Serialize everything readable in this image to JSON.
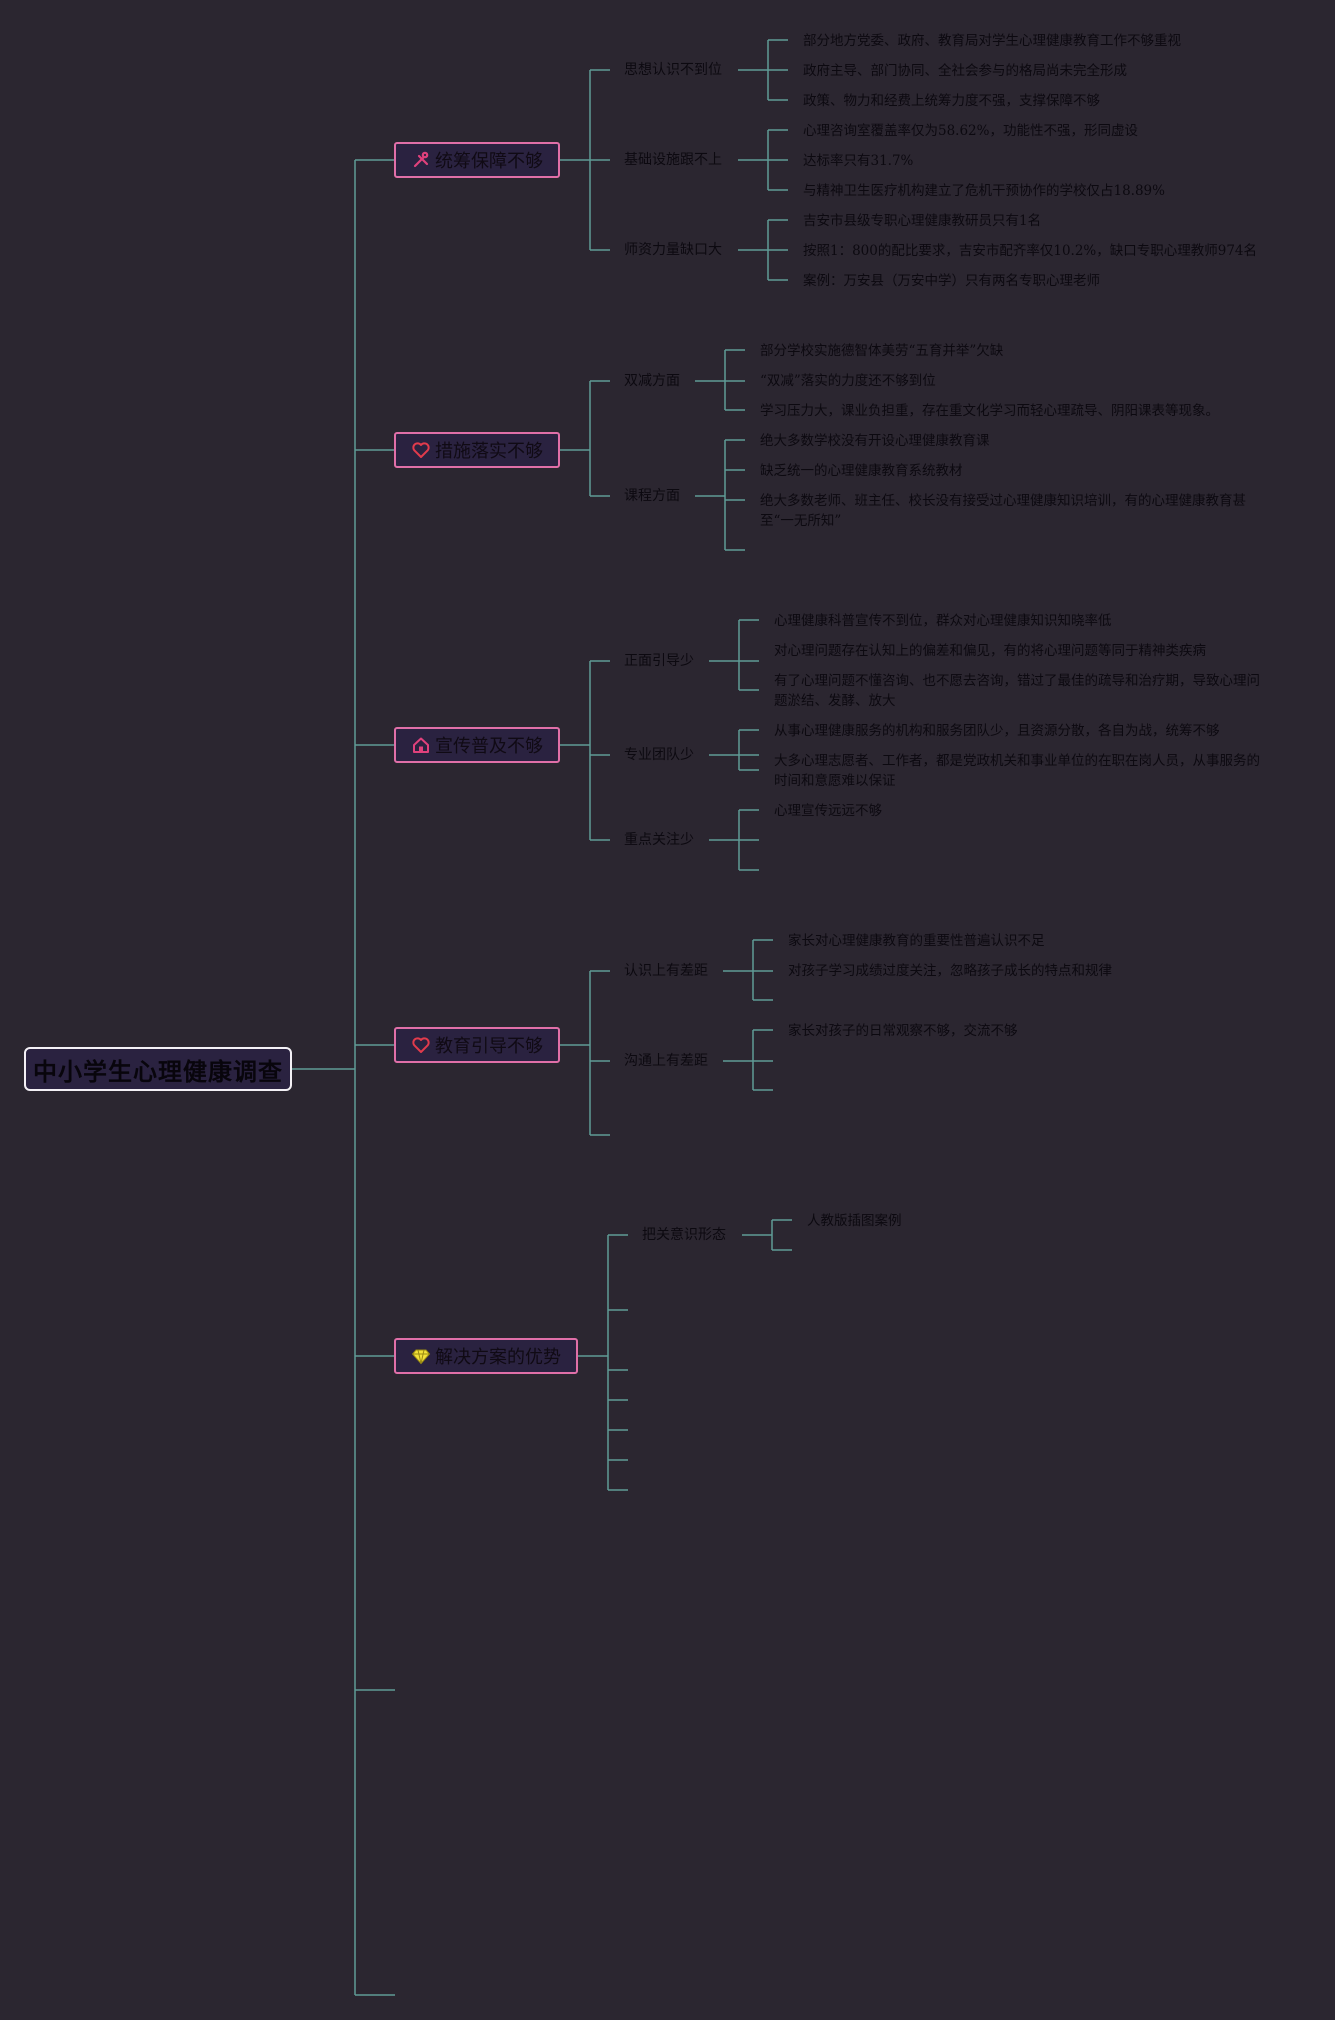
{
  "root": {
    "label": "中小学生心理健康调查"
  },
  "colors": {
    "background": "#2b2630",
    "connector": "#5f9b96",
    "main_border": "#e06fa8",
    "root_border": "#f3f0f5",
    "node_fill": "#2a2240",
    "icon_pink": "#e0417c",
    "icon_red": "#e23b4c",
    "icon_yellow": "#f2e13a"
  },
  "branches": [
    {
      "label": "统筹保障不够",
      "icon": "tools-icon",
      "children": [
        {
          "label": "思想认识不到位",
          "items": [
            "部分地方党委、政府、教育局对学生心理健康教育工作不够重视",
            "政府主导、部门协同、全社会参与的格局尚未完全形成",
            "政策、物力和经费上统筹力度不强，支撑保障不够"
          ]
        },
        {
          "label": "基础设施跟不上",
          "items": [
            "心理咨询室覆盖率仅为58.62%，功能性不强，形同虚设",
            "达标率只有31.7%",
            "与精神卫生医疗机构建立了危机干预协作的学校仅占18.89%"
          ]
        },
        {
          "label": "师资力量缺口大",
          "items": [
            "吉安市县级专职心理健康教研员只有1名",
            "按照1：800的配比要求，吉安市配齐率仅10.2%，缺口专职心理教师974名",
            "案例：万安县（万安中学）只有两名专职心理老师"
          ]
        }
      ]
    },
    {
      "label": "措施落实不够",
      "icon": "heart-icon",
      "children": [
        {
          "label": "双减方面",
          "items": [
            "部分学校实施德智体美劳“五育并举”欠缺",
            "“双减”落实的力度还不够到位",
            "学习压力大，课业负担重，存在重文化学习而轻心理疏导、阴阳课表等现象。"
          ]
        },
        {
          "label": "课程方面",
          "items": [
            "绝大多数学校没有开设心理健康教育课",
            "缺乏统一的心理健康教育系统教材",
            "绝大多数老师、班主任、校长没有接受过心理健康知识培训，有的心理健康教育甚至“一无所知”",
            ""
          ]
        }
      ]
    },
    {
      "label": "宣传普及不够",
      "icon": "house-icon",
      "children": [
        {
          "label": "正面引导少",
          "items": [
            "心理健康科普宣传不到位，群众对心理健康知识知晓率低",
            "对心理问题存在认知上的偏差和偏见，有的将心理问题等同于精神类疾病",
            "有了心理问题不懂咨询、也不愿去咨询，错过了最佳的疏导和治疗期，导致心理问题淤结、发酵、放大"
          ]
        },
        {
          "label": "专业团队少",
          "items": [
            "从事心理健康服务的机构和服务团队少，且资源分散，各自为战，统筹不够",
            "大多心理志愿者、工作者，都是党政机关和事业单位的在职在岗人员，从事服务的时间和意愿难以保证"
          ]
        },
        {
          "label": "重点关注少",
          "items": [
            "心理宣传远远不够",
            "",
            ""
          ]
        }
      ]
    },
    {
      "label": "教育引导不够",
      "icon": "heart-icon",
      "children": [
        {
          "label": "认识上有差距",
          "items": [
            "家长对心理健康教育的重要性普遍认识不足",
            "对孩子学习成绩过度关注，忽略孩子成长的特点和规律",
            ""
          ]
        },
        {
          "label": "沟通上有差距",
          "items": [
            "家长对孩子的日常观察不够，交流不够",
            "",
            ""
          ]
        }
      ]
    },
    {
      "label": "解决方案的优势",
      "icon": "diamond-icon",
      "children": [
        {
          "label": "把关意识形态",
          "items": [
            "人教版插图案例",
            ""
          ]
        }
      ]
    }
  ]
}
